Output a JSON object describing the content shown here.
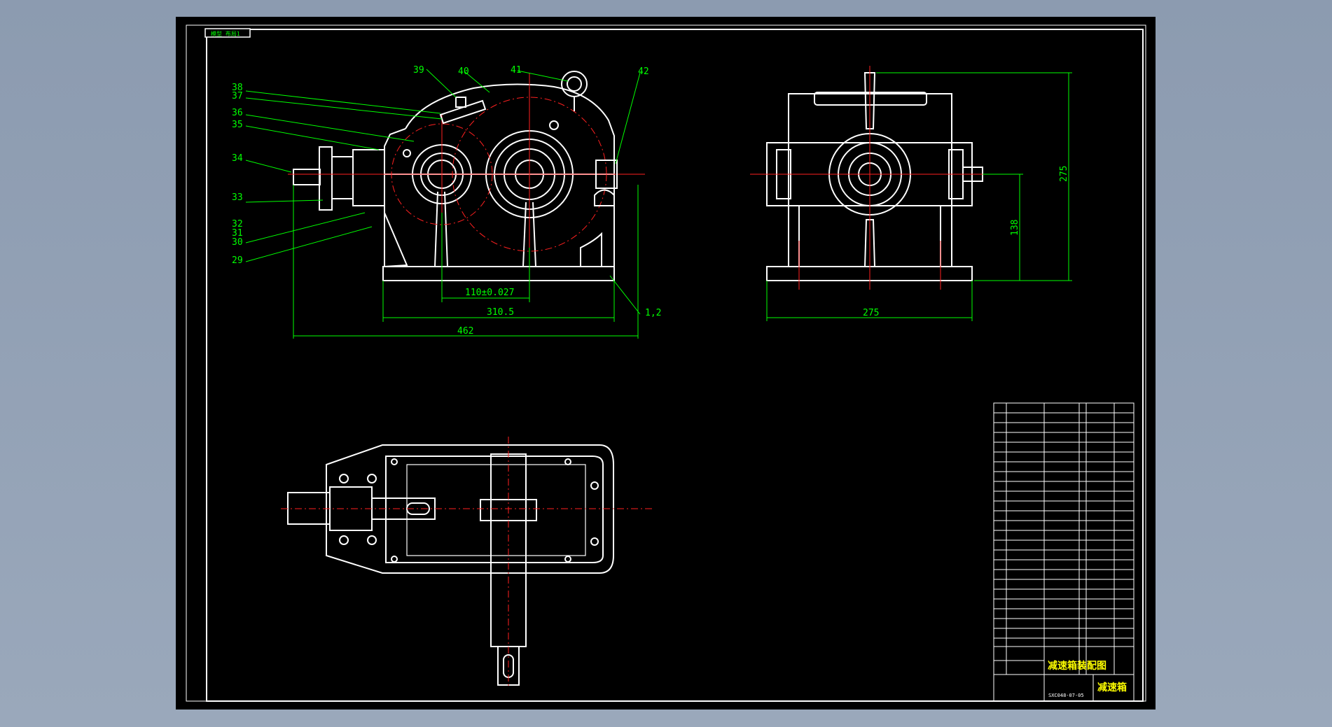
{
  "colors": {
    "viewer_bg": "#9aa8bb",
    "sheet": "#000000",
    "outline": "#ffffff",
    "dimension": "#00ff00",
    "center_line": "#ff0000",
    "title_text": "#ffff00"
  },
  "tab_label": "模型 布局1",
  "balloons": [
    "38",
    "37",
    "36",
    "35",
    "34",
    "33",
    "32",
    "31",
    "30",
    "29",
    "39",
    "40",
    "41",
    "42",
    "1,2"
  ],
  "dimensions": {
    "center_distance": "110±0.027",
    "base_width": "310.5",
    "overall_length": "462",
    "side_width": "275",
    "total_height": "275",
    "shaft_height": "138"
  },
  "title_block": {
    "drawing_name": "减速箱装配图",
    "product_name": "减速箱",
    "drawing_number": "SXC048-07-05"
  }
}
